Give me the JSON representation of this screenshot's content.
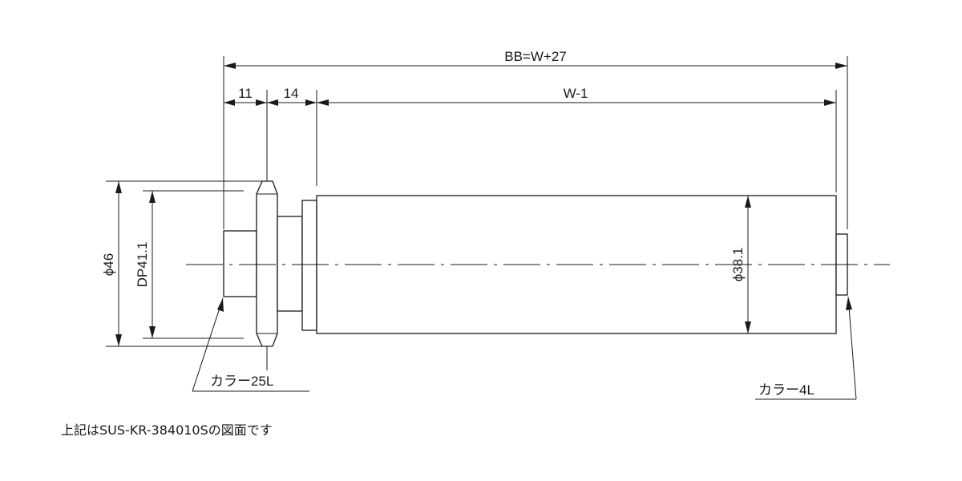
{
  "dimensions": {
    "overall": "BB=W+27",
    "segment_a": "11",
    "segment_b": "14",
    "tube_length": "W-1",
    "flange_diameter": "ϕ46",
    "pitch_diameter": "DP41.1",
    "tube_diameter": "ϕ38.1"
  },
  "labels": {
    "collar_left": "カラー25L",
    "collar_right": "カラー4L"
  },
  "note": "上記はSUS-KR-384010Sの図面です"
}
